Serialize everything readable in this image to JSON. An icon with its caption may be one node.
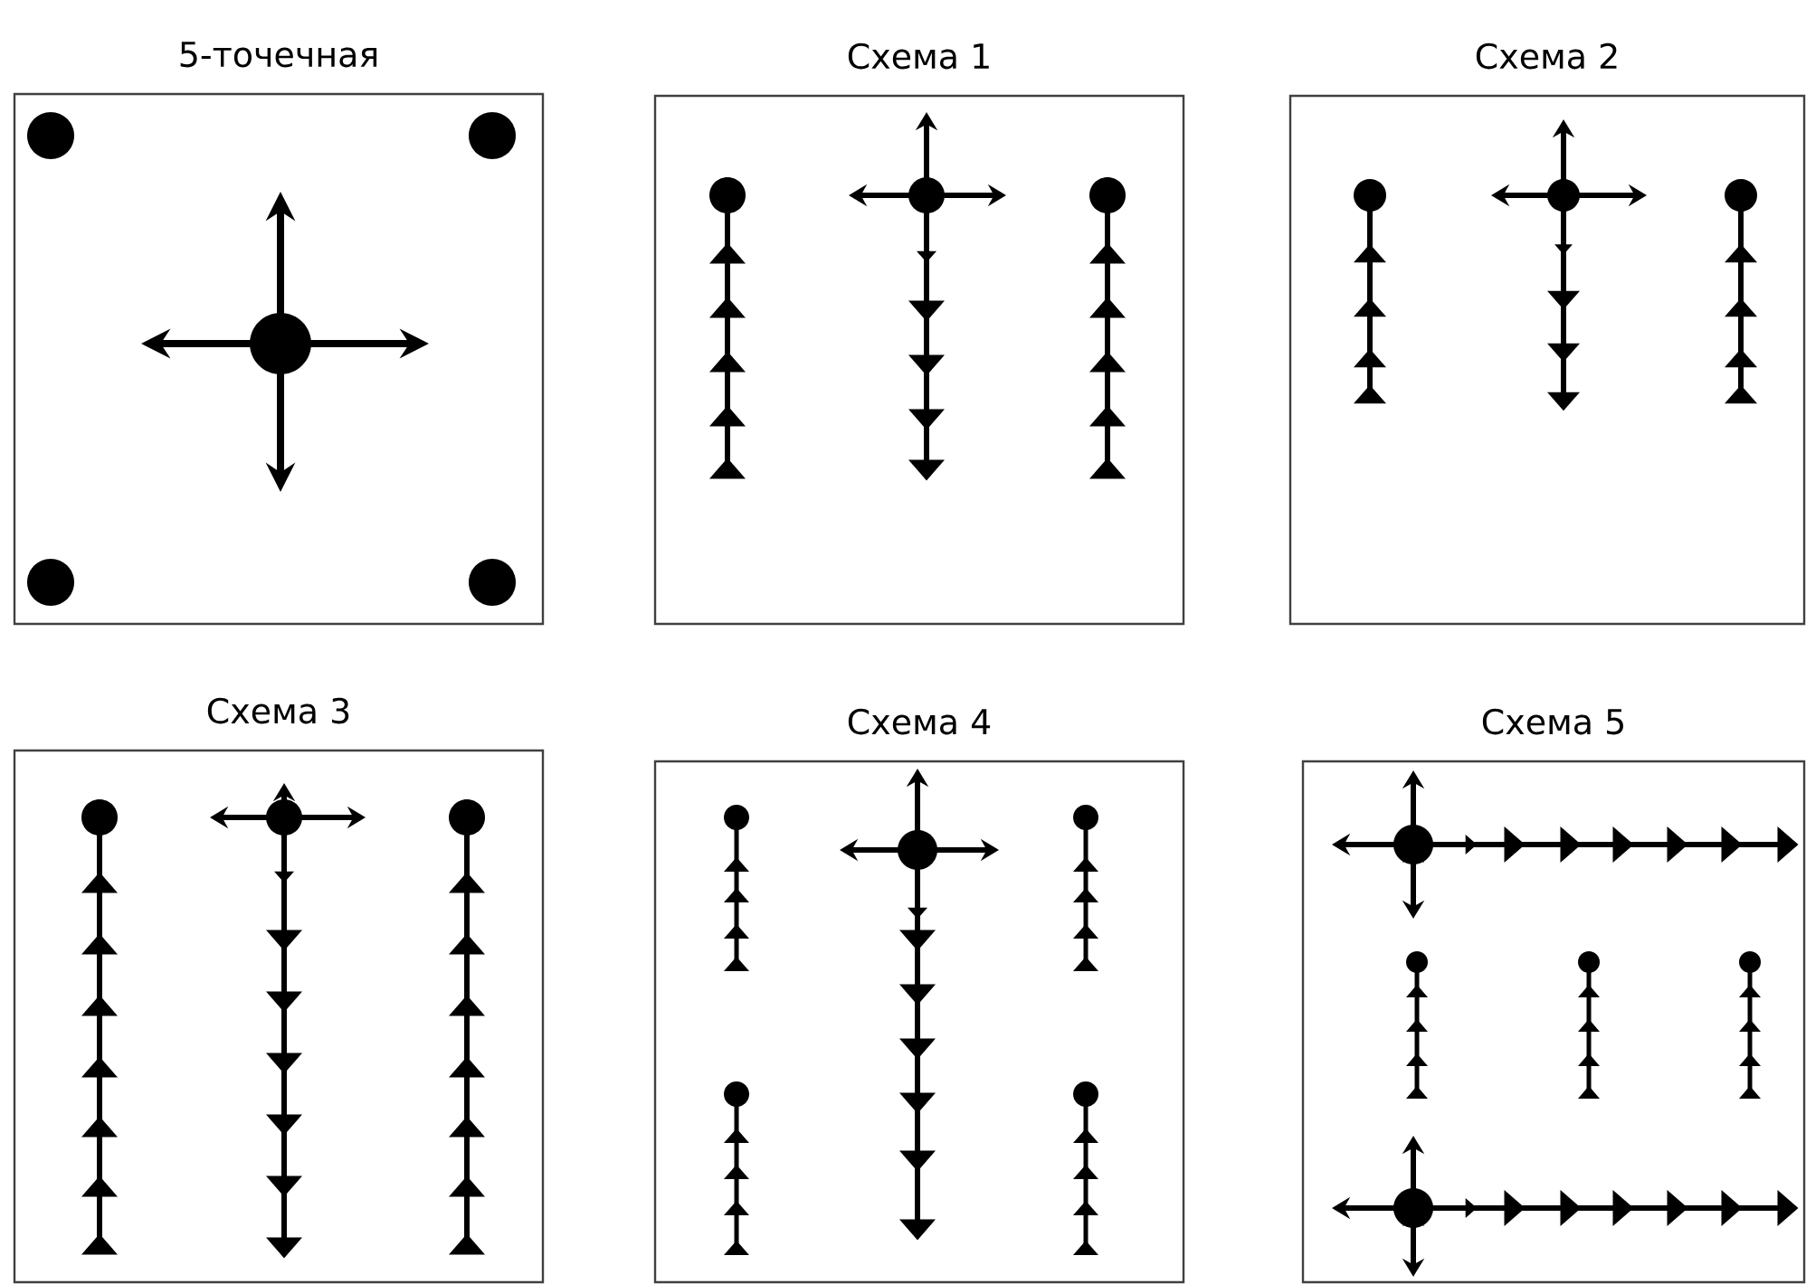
{
  "diagram": {
    "nodes": [
      {
        "text": [
          "5-точечная"
        ]
      },
      {
        "text": [
          "Схема 1"
        ]
      },
      {
        "text": [
          "Схема 2"
        ]
      },
      {
        "text": [
          "Схема 3"
        ]
      },
      {
        "text": [
          "Схема 4"
        ]
      },
      {
        "text": [
          "Схема 5"
        ]
      }
    ]
  }
}
